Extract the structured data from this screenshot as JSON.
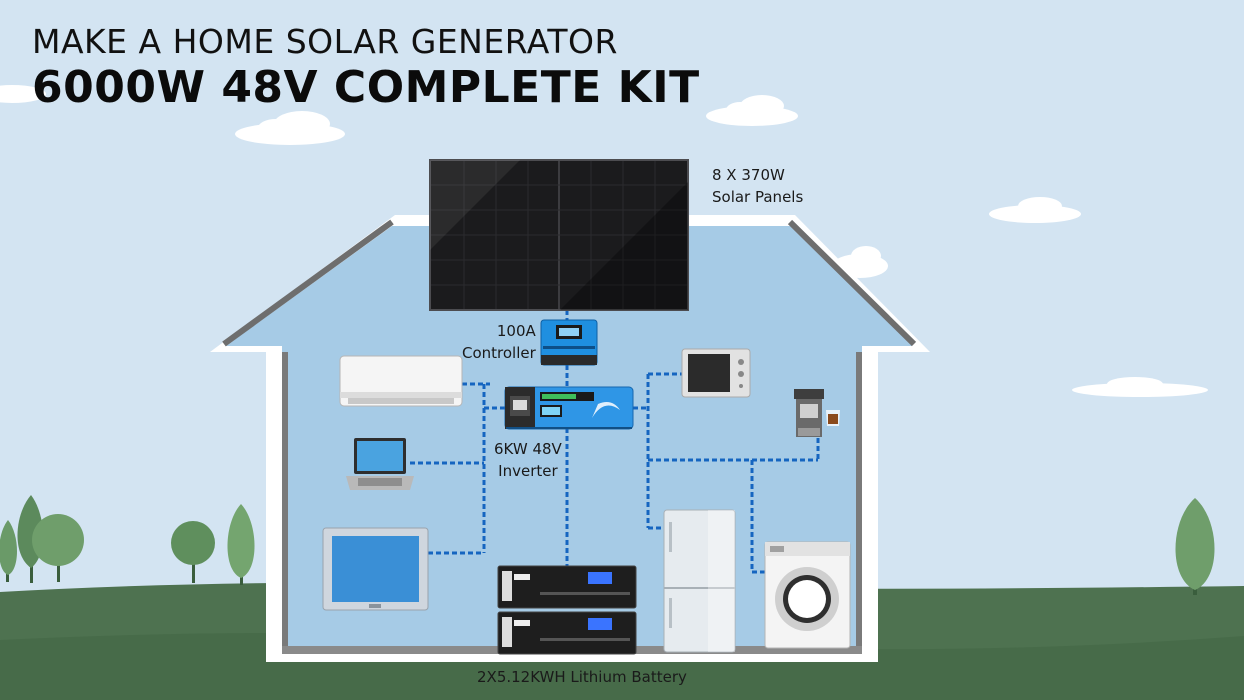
{
  "title": {
    "line1": "MAKE A HOME SOLAR GENERATOR",
    "line2": "6000W 48V COMPLETE KIT"
  },
  "labels": {
    "solar_panels": [
      "8 X 370W",
      "Solar Panels"
    ],
    "controller": [
      "100A",
      "Controller"
    ],
    "inverter": [
      "6KW 48V",
      "Inverter"
    ],
    "battery": "2X5.12KWH Lithium Battery"
  },
  "icons": [
    "cloud-icon",
    "tree-icon",
    "house-icon",
    "solar-panel-icon",
    "charge-controller-icon",
    "inverter-icon",
    "lithium-battery-icon",
    "air-conditioner-icon",
    "laptop-icon",
    "tv-monitor-icon",
    "microwave-icon",
    "coffee-machine-icon",
    "refrigerator-icon",
    "washing-machine-icon"
  ],
  "colors": {
    "sky": "#d3e4f2",
    "grass": "#4e7250",
    "house_interior": "#a6cbe6",
    "wire": "#1565c0",
    "device_blue": "#1f8fe0"
  }
}
